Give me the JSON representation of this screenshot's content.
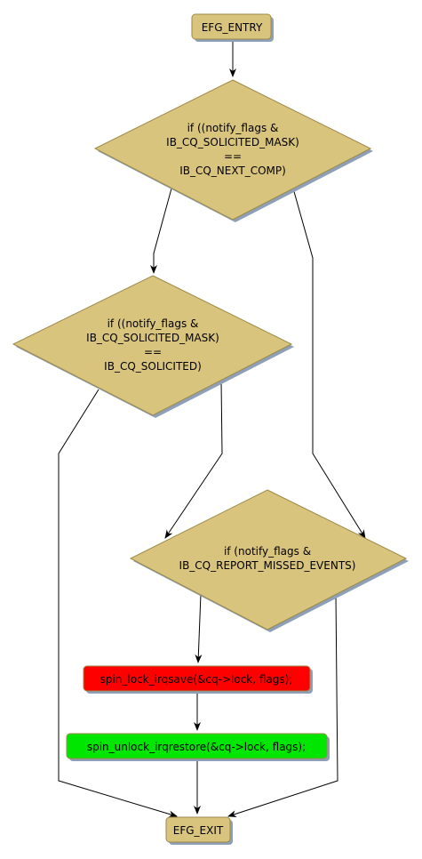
{
  "colors": {
    "node_fill": "#d9c47e",
    "node_stroke": "#9c8a4a",
    "shadow": "#8e9fb8",
    "lock_fill": "#ff0000",
    "unlock_fill": "#00e600",
    "edge": "#000000"
  },
  "nodes": {
    "entry": {
      "label": "EFG_ENTRY"
    },
    "cond_next_comp": {
      "lines": [
        "if ((notify_flags &",
        "IB_CQ_SOLICITED_MASK)",
        "==",
        "IB_CQ_NEXT_COMP)"
      ]
    },
    "cond_solicited": {
      "lines": [
        "if ((notify_flags &",
        "IB_CQ_SOLICITED_MASK)",
        "==",
        "IB_CQ_SOLICITED)"
      ]
    },
    "cond_missed": {
      "lines": [
        "if (notify_flags &",
        "IB_CQ_REPORT_MISSED_EVENTS)"
      ]
    },
    "lock": {
      "label": "spin_lock_irqsave(&cq->lock, flags);"
    },
    "unlock": {
      "label": "spin_unlock_irqrestore(&cq->lock, flags);"
    },
    "exit": {
      "label": "EFG_EXIT"
    }
  }
}
